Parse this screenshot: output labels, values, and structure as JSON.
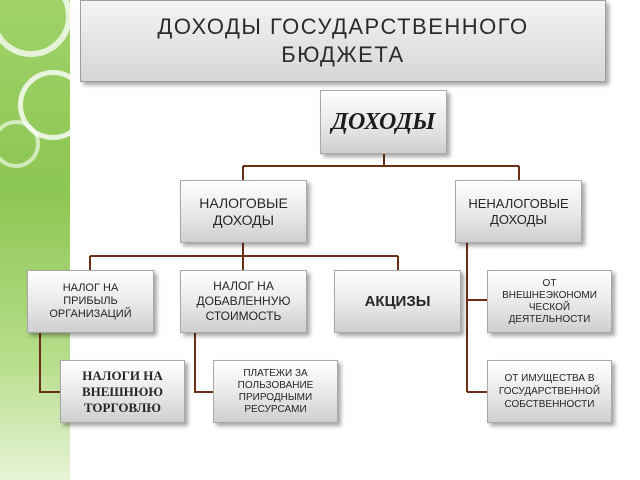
{
  "title": "ДОХОДЫ  ГОСУДАРСТВЕННОГО\nБЮДЖЕТА",
  "colors": {
    "connector": "#6b2f17",
    "accent_green": "#8cc653"
  },
  "diagram": {
    "root": "ДОХОДЫ",
    "tax": "НАЛОГОВЫЕ\nДОХОДЫ",
    "nontax": "НЕНАЛОГОВЫЕ\nДОХОДЫ",
    "profit_tax": "НАЛОГ НА\nПРИБЫЛЬ\nОРГАНИЗАЦИЙ",
    "vat": "НАЛОГ НА\nДОБАВЛЕННУЮ\nСТОИМОСТЬ",
    "excise": "АКЦИЗЫ",
    "foreign_trade": "НАЛОГИ НА\nВНЕШНЮЮ\nТОРГОВЛЮ",
    "resource_payments": "ПЛАТЕЖИ ЗА\nПОЛЬЗОВАНИЕ\nПРИРОДНЫМИ\nРЕСУРСАМИ",
    "foreign_econ": "ОТ\nВНЕШНЕЭКОНОМИ\nЧЕСКОЙ\nДЕЯТЕЛЬНОСТИ",
    "state_property": "ОТ ИМУЩЕСТВА В\nГОСУДАРСТВЕННОЙ\nСОБСТВЕННОСТИ"
  }
}
